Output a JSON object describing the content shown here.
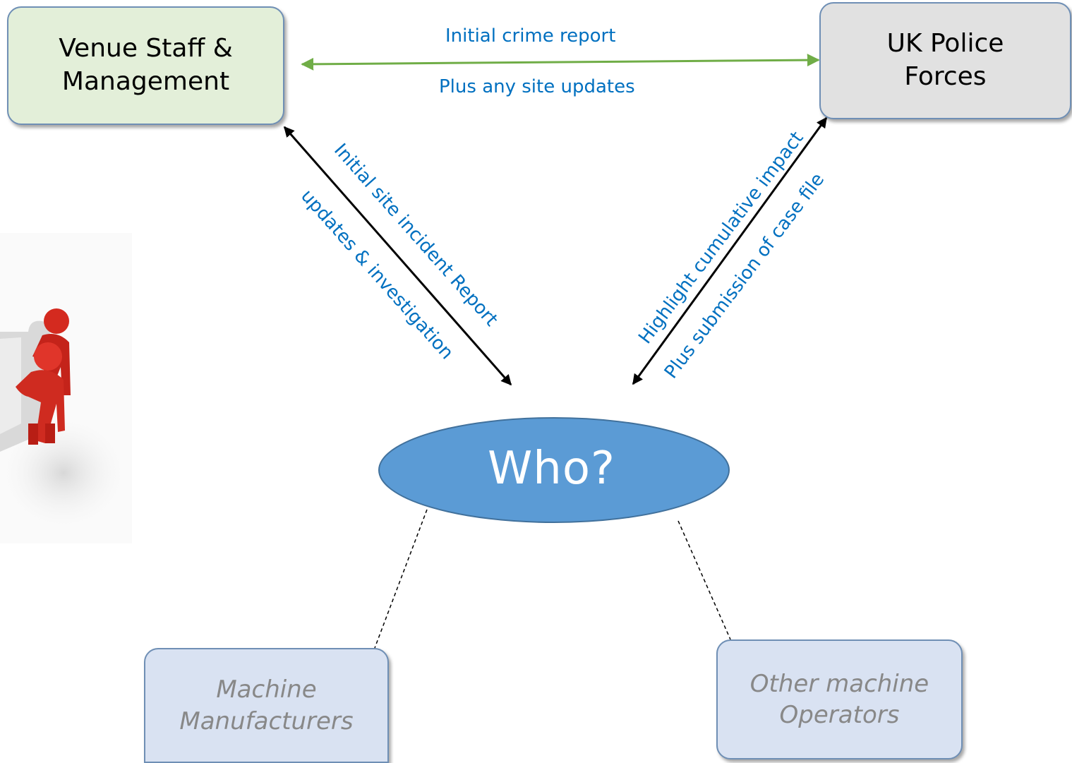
{
  "nodes": {
    "venue": {
      "line1": "Venue Staff &",
      "line2": "Management"
    },
    "police": {
      "line1": "UK Police",
      "line2": "Forces"
    },
    "who": "Who?",
    "manufacturers": {
      "line1": "Machine",
      "line2": "Manufacturers"
    },
    "operators": {
      "line1": "Other machine",
      "line2": "Operators"
    }
  },
  "edges": {
    "venue_police": {
      "above": "Initial crime report",
      "below": "Plus any site updates"
    },
    "venue_who": {
      "line1": "Initial site  incident Report",
      "line2": "updates & investigation"
    },
    "police_who": {
      "line1": "Highlight cumulative impact",
      "line2": "Plus submission of case file"
    }
  },
  "colors": {
    "venue_fill": "#e3efd9",
    "police_fill": "#e1e1e1",
    "who_fill": "#5b9bd5",
    "muted_fill": "#d9e2f2",
    "label_text": "#0070c0",
    "green_arrow": "#70ad47"
  },
  "clipart": "red-figures-puzzle-icon"
}
